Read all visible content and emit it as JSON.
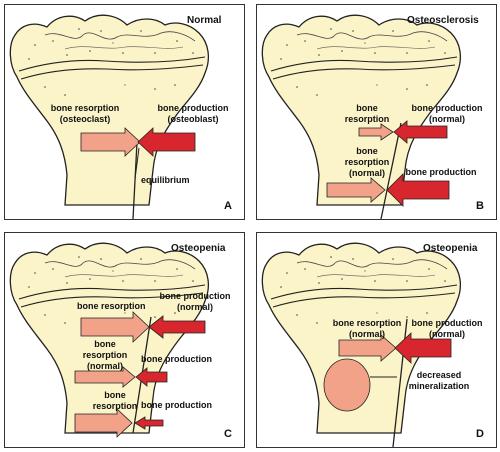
{
  "colors": {
    "bone_fill": "#fbf4c8",
    "outline": "#222222",
    "resorption_arrow": "#f3a28a",
    "production_arrow": "#d8262e",
    "mineralization_fill": "#f3a28a"
  },
  "panels": [
    {
      "letter": "A",
      "title": "Normal",
      "labels": [
        "bone resorption",
        "(osteoclast)",
        "bone production",
        "(osteoblast)",
        "equilibrium"
      ]
    },
    {
      "letter": "B",
      "title": "Osteosclerosis",
      "labels": [
        "bone",
        "resorption",
        "bone production",
        "(normal)",
        "bone",
        "resorption",
        "(normal)",
        "bone production"
      ]
    },
    {
      "letter": "C",
      "title": "Osteopenia",
      "labels": [
        "bone resorption",
        "bone production",
        "(normal)",
        "bone",
        "resorption",
        "(normal)",
        "bone production",
        "bone",
        "resorption",
        "bone production"
      ]
    },
    {
      "letter": "D",
      "title": "Osteopenia",
      "labels": [
        "bone resorption",
        "(normal)",
        "bone production",
        "(normal)",
        "decreased",
        "mineralization"
      ]
    }
  ]
}
